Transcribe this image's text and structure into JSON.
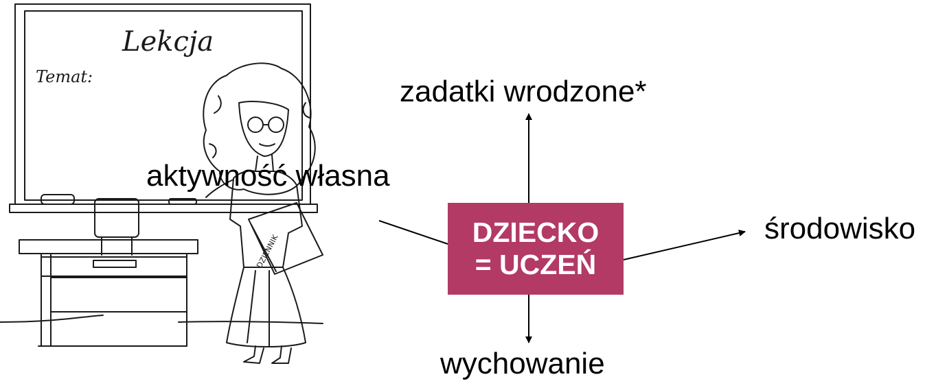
{
  "illustration": {
    "board_title": "Lekcja",
    "board_subject": "Temat:",
    "book_label": "DZIENNIK"
  },
  "diagram": {
    "center_line1": "DZIECKO",
    "center_line2": "= UCZEŃ",
    "top_label": "zadatki wrodzone*",
    "left_label": "aktywność własna",
    "right_label": "środowisko",
    "bottom_label": "wychowanie"
  },
  "colors": {
    "center_fill": "#B23A65",
    "center_text": "#FFFFFF",
    "text": "#000000",
    "line": "#000000"
  }
}
